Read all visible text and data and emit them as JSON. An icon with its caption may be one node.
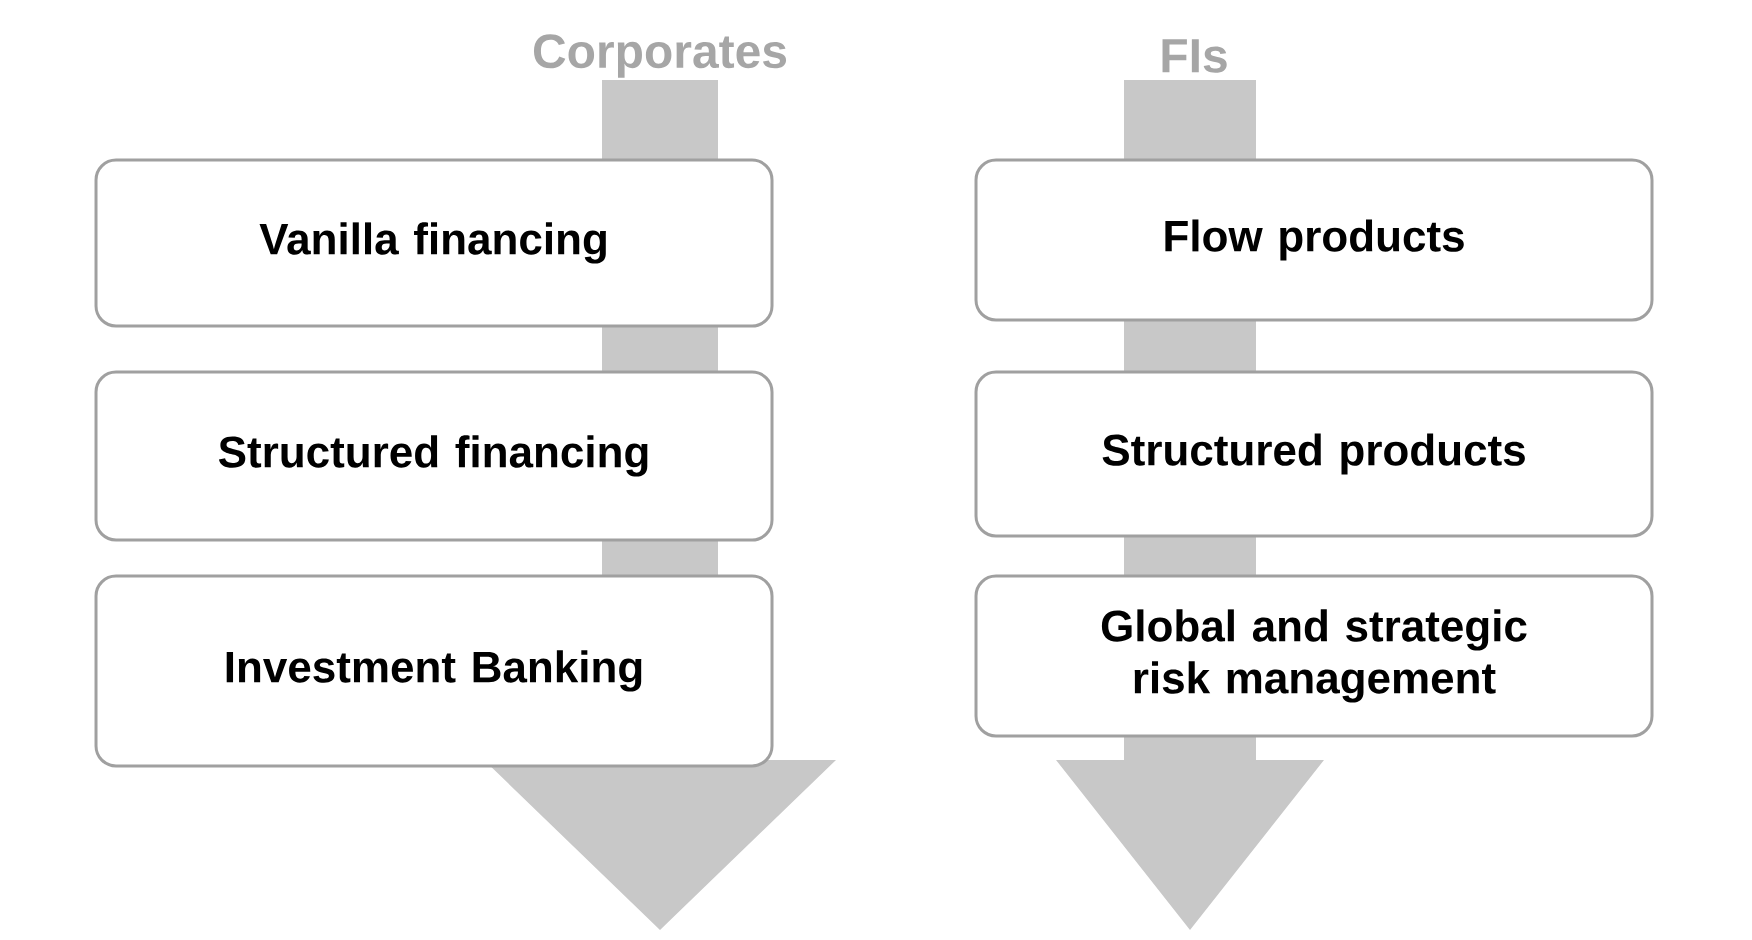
{
  "diagram": {
    "nodes": [
      {
        "text": [
          "Vanilla financing"
        ]
      },
      {
        "text": [
          "Structured financing"
        ]
      },
      {
        "text": [
          "Investment Banking"
        ]
      },
      {
        "text": [
          "Flow products"
        ]
      },
      {
        "text": [
          "Structured products"
        ]
      },
      {
        "text": [
          "Global and strategic risk management"
        ]
      }
    ],
    "labels": [
      "Corporates",
      "FIs"
    ]
  }
}
